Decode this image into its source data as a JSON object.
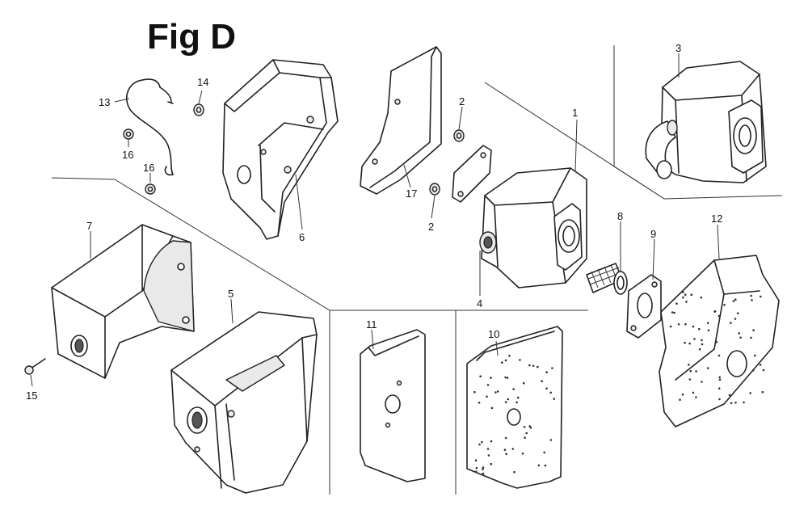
{
  "figure": {
    "title": "Fig D"
  },
  "callouts": [
    {
      "id": "c1",
      "label": "1"
    },
    {
      "id": "c2a",
      "label": "2"
    },
    {
      "id": "c2b",
      "label": "2"
    },
    {
      "id": "c3",
      "label": "3"
    },
    {
      "id": "c4",
      "label": "4"
    },
    {
      "id": "c5",
      "label": "5"
    },
    {
      "id": "c6",
      "label": "6"
    },
    {
      "id": "c7",
      "label": "7"
    },
    {
      "id": "c8",
      "label": "8"
    },
    {
      "id": "c9",
      "label": "9"
    },
    {
      "id": "c10",
      "label": "10"
    },
    {
      "id": "c11",
      "label": "11"
    },
    {
      "id": "c12",
      "label": "12"
    },
    {
      "id": "c13",
      "label": "13"
    },
    {
      "id": "c14",
      "label": "14"
    },
    {
      "id": "c15",
      "label": "15"
    },
    {
      "id": "c16a",
      "label": "16"
    },
    {
      "id": "c16b",
      "label": "16"
    },
    {
      "id": "c17",
      "label": "17"
    }
  ]
}
